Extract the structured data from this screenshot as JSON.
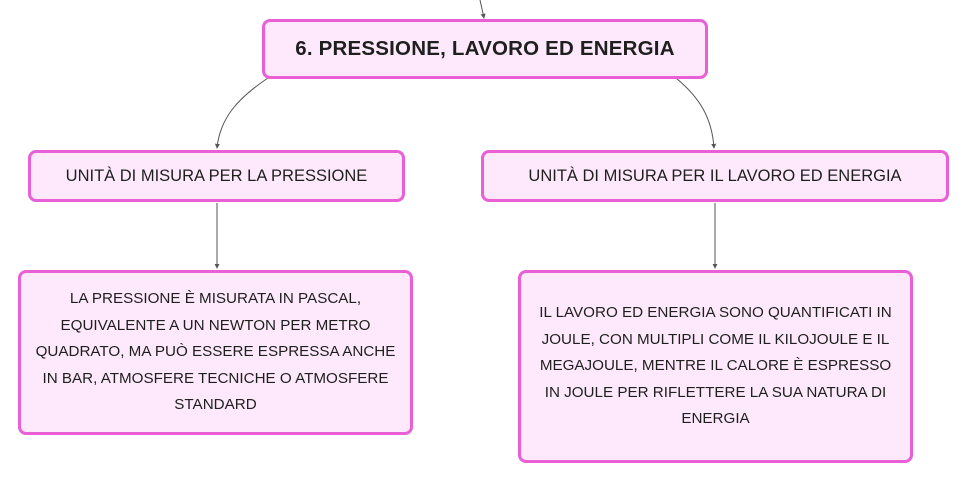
{
  "diagram": {
    "root": {
      "label": "6. PRESSIONE, LAVORO ED ENERGIA"
    },
    "branches": [
      {
        "label": "UNITÀ DI MISURA PER LA PRESSIONE",
        "detail": "LA PRESSIONE È MISURATA IN PASCAL, EQUIVALENTE A UN NEWTON PER METRO QUADRATO, MA PUÒ ESSERE ESPRESSA ANCHE IN BAR, ATMOSFERE TECNICHE O ATMOSFERE STANDARD"
      },
      {
        "label": "UNITÀ DI MISURA PER IL LAVORO ED ENERGIA",
        "detail": "IL LAVORO ED ENERGIA SONO QUANTIFICATI IN JOULE, CON MULTIPLI COME IL KILOJOULE E IL MEGAJOULE, MENTRE IL CALORE È ESPRESSO IN JOULE PER RIFLETTERE LA SUA NATURA DI ENERGIA"
      }
    ],
    "colors": {
      "node_border": "#e95fd6",
      "node_fill": "#fde9fb",
      "connector": "#555555"
    }
  }
}
